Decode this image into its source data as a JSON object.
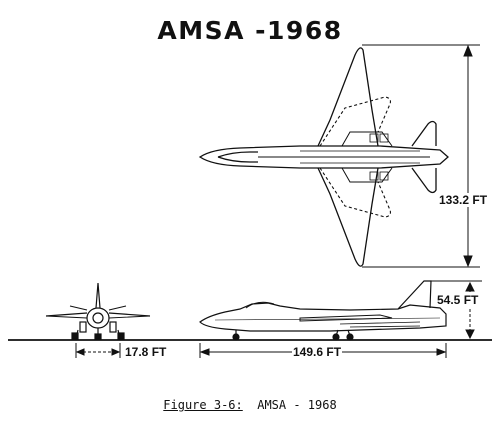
{
  "diagram": {
    "title": "AMSA -1968",
    "dimensions": {
      "span": "133.2 FT",
      "height": "54.5 FT",
      "main_gear_track": "17.8 FT",
      "length": "149.6 FT"
    },
    "views": [
      "top-view",
      "front-view",
      "side-view"
    ],
    "caption": {
      "figure_label": "Figure 3-6:",
      "text": "AMSA - 1968"
    }
  }
}
